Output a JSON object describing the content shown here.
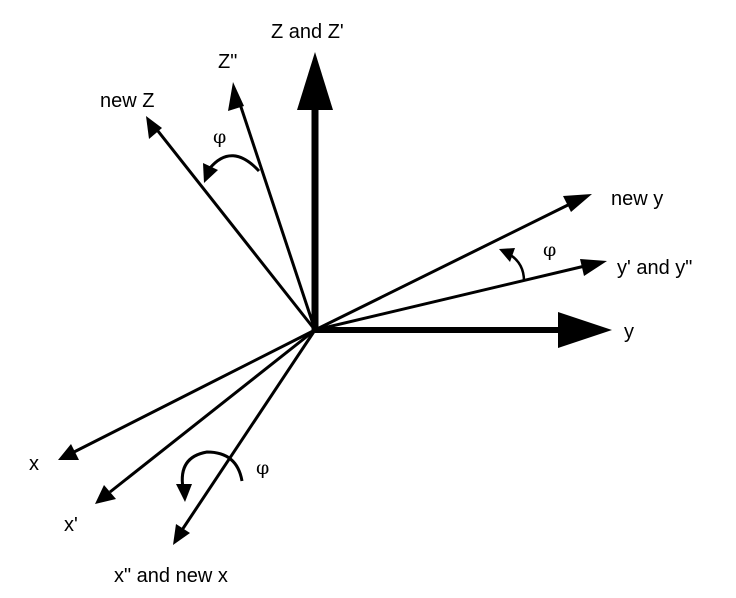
{
  "diagram": {
    "axes": {
      "z": "Z and Z'",
      "z2": "Z\"",
      "new_z": "new Z",
      "new_y": "new y",
      "y1": "y' and y\"",
      "y": "y",
      "x": "x",
      "x1": "x'",
      "x2": "x\" and new x"
    },
    "angles": {
      "top": "φ",
      "right": "φ",
      "bottom": "φ"
    }
  }
}
